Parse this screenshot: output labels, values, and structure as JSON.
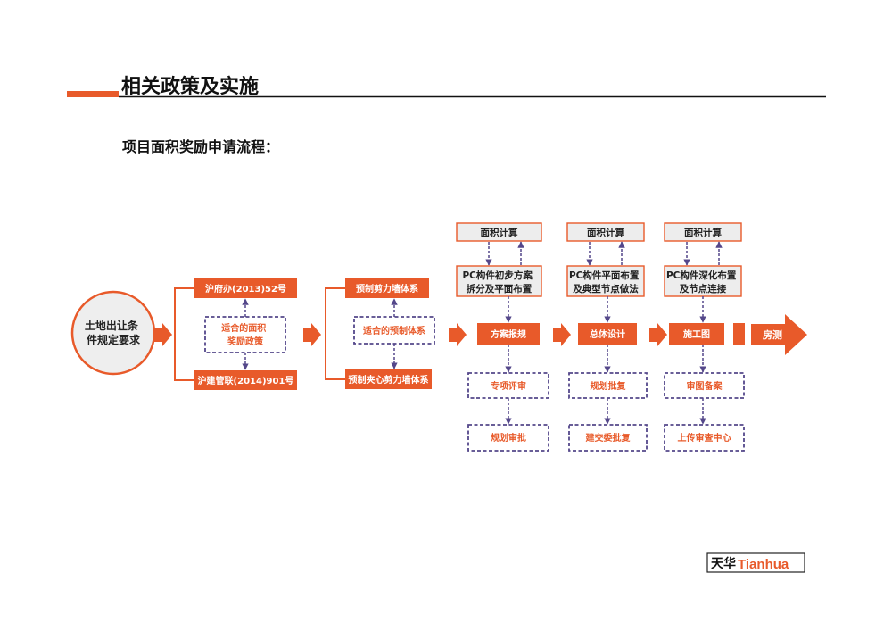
{
  "colors": {
    "accent": "#E85A2A",
    "flow_dashed": "#54478A",
    "box_fill": "#EDEDED",
    "circle_fill": "#EEEEEE",
    "text_dark": "#222222",
    "rule": "#111111"
  },
  "icons": {
    "flow_arrow": "right-block-arrow-icon",
    "connector": "dashed-arrow-icon"
  },
  "header": {
    "title": "相关政策及实施",
    "subtitle": "项目面积奖励申请流程："
  },
  "start": {
    "line1": "土地出让条",
    "line2": "件规定要求"
  },
  "policy": {
    "top": "沪府办(2013)52号",
    "middle_line1": "适合的面积",
    "middle_line2": "奖励政策",
    "bottom": "沪建管联(2014)901号"
  },
  "system": {
    "top": "预制剪力墙体系",
    "middle": "适合的预制体系",
    "bottom": "预制夹心剪力墙体系"
  },
  "stages": [
    {
      "calc": "面积计算",
      "pc_line1": "PC构件初步方案",
      "pc_line2": "拆分及平面布置",
      "main": "方案报规",
      "step1": "专项评审",
      "step2": "规划审批"
    },
    {
      "calc": "面积计算",
      "pc_line1": "PC构件平面布置",
      "pc_line2": "及典型节点做法",
      "main": "总体设计",
      "step1": "规划批复",
      "step2": "建交委批复"
    },
    {
      "calc": "面积计算",
      "pc_line1": "PC构件深化布置",
      "pc_line2": "及节点连接",
      "main": "施工图",
      "step1": "审图备案",
      "step2": "上传审查中心"
    }
  ],
  "final": {
    "label": "房测"
  },
  "logo": {
    "cn": "天华",
    "en": "Tianhua"
  }
}
